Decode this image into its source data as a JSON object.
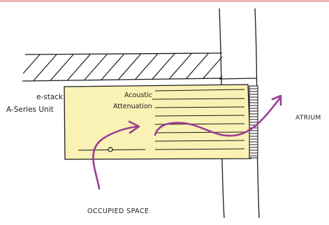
{
  "diagram": {
    "unit_label": {
      "line1": "e-stack:",
      "line2": "A-Series Unit"
    },
    "panel_label": {
      "line1": "Acoustic",
      "line2": "Attenuation"
    },
    "atrium_label": "ATRIUM",
    "occupied_label": "OCCUPIED SPACE"
  },
  "colors": {
    "top_band": "#f2b5b5",
    "unit_fill": "#faf2b4",
    "ink": "#1c1c1c",
    "airflow_arrow": "#9b3d94"
  },
  "icons": {
    "airflow_arrow_left": "curved-arrow-icon",
    "airflow_arrow_right": "curved-arrow-icon"
  }
}
